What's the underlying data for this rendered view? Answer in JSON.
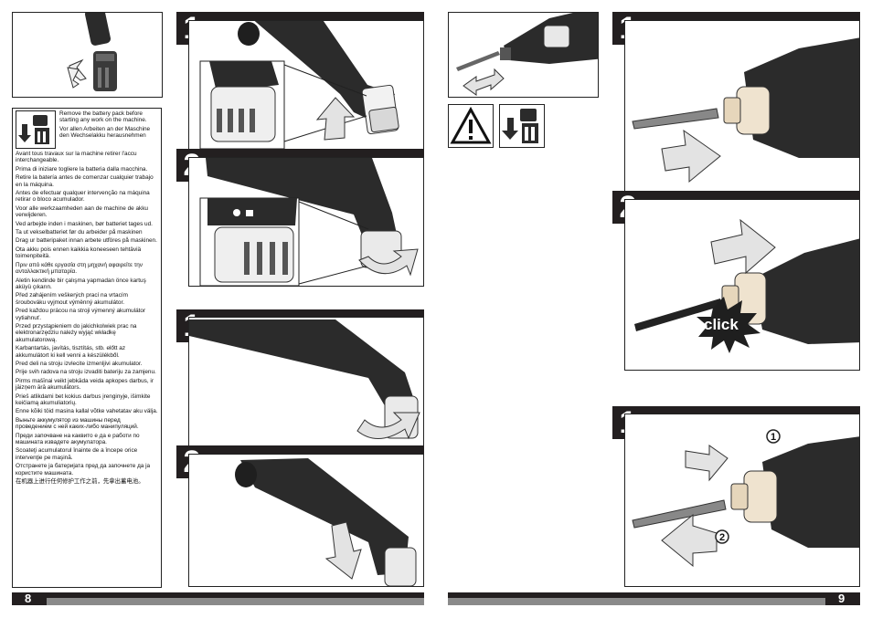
{
  "left_page": {
    "page_number": "8",
    "warning_lines": [
      "Remove the battery pack before starting any work on the machine.",
      "Vor allen Arbeiten an der Maschine den Wechselakku herausnehmen",
      "Avant tous travaux sur la machine retirer l'accu interchangeable.",
      "Prima di iniziare togliere la batteria dalla macchina.",
      "Retire la batería antes de comenzar cualquier trabajo en la máquina.",
      "Antes de efectuar qualquer intervenção na máquina retirar o bloco acumulador.",
      "Voor alle werkzaamheden aan de machine de akku verwijderen.",
      "Ved arbejde inden i maskinen, bør batteriet tages ud.",
      "Ta ut vekselbatteriet før du arbeider på maskinen",
      "Drag ur batteripaket innan arbete utföres på maskinen.",
      "Ota akku pois ennen kaikkia koneeseen tehtäviä toimenpiteitä.",
      "Πριν από κάθε εργασία στη μηχανή αφαιρείτε την ανταλλακτική μπαταρία.",
      "Aletin kendinde bir çalışma yapmadan önce kartuş aküyü çıkarın.",
      "Před zahájením veškerých prací na vrtacím šroubováku vyjmout výměnný akumulátor.",
      "Pred každou prácou na stroji výmenný akumulátor vytiahnuť.",
      "Przed przystąpieniem do jakichkolwiek prac na elektronarzędziu należy wyjąć wkładkę akumulatorową.",
      "Karbantartás, javítás, tisztítás, stb. előtt az akkumulátort ki kell venni a készülékből.",
      "Pred deli na stroju izvlecite izmenljivi akumulator.",
      "Prije svih radova na stroju izvaditi bateriju za zamjenu.",
      "Pirms mašīnai veikt jebkāda veida apkopes darbus, ir jāizņem ārā akumulātors.",
      "Prieš atlikdami bet kokius darbus įrenginyje, išimkite keičiamą akumuliatorių.",
      "Enne kõiki töid masina kallal võtke vahetatav aku välja.",
      "Выньте аккумулятор из машины перед проведением с ней каких-либо манипуляций.",
      "Преди започване на каквито е да е работи по машината извадете акумулатора.",
      "Scoateţi acumulatorul înainte de a începe orice intervenţie pe maşină.",
      "Отстранете ја батеријата пред да започнете да ја користите машината.",
      "在机器上进行任何修护工作之前，先拿出蓄电池。"
    ],
    "steps": [
      {
        "label": "1"
      },
      {
        "label": "2"
      },
      {
        "label": "1"
      },
      {
        "label": "2"
      }
    ]
  },
  "right_page": {
    "page_number": "9",
    "steps": [
      {
        "label": "1"
      },
      {
        "label": "2",
        "callout": "click"
      },
      {
        "label": "1",
        "arrows": [
          "1",
          "2"
        ]
      }
    ]
  },
  "colors": {
    "bar": "#231f20",
    "tool_body": "#2b2b2b",
    "arrow_fill": "#e3e3e3",
    "footer_gray": "#8a8a8a"
  }
}
